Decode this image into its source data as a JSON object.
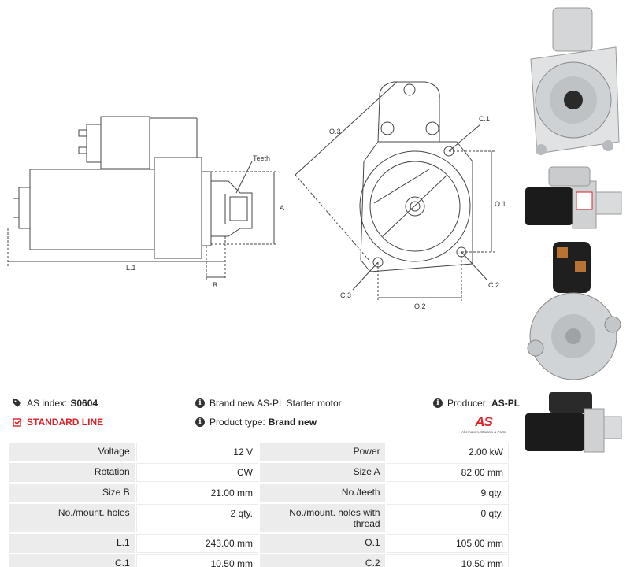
{
  "drawing": {
    "labels": {
      "teeth": "Teeth",
      "a": "A",
      "b": "B",
      "l1": "L.1",
      "o3": "O.3",
      "c1": "C.1",
      "o1": "O.1",
      "c2": "C.2",
      "c3": "C.3",
      "o2": "O.2"
    }
  },
  "info": {
    "as_index_label": "AS index:",
    "as_index_value": "S0604",
    "line_label": "STANDARD LINE",
    "description": "Brand new AS-PL Starter motor",
    "product_type_label": "Product type:",
    "product_type_value": "Brand new",
    "producer_label": "Producer:",
    "producer_value": "AS-PL"
  },
  "logo": {
    "mark": "AS",
    "tagline": "Alternators, Starters & Parts"
  },
  "specs": [
    {
      "k1": "Voltage",
      "v1": "12 V",
      "k2": "Power",
      "v2": "2.00 kW"
    },
    {
      "k1": "Rotation",
      "v1": "CW",
      "k2": "Size A",
      "v2": "82.00 mm"
    },
    {
      "k1": "Size B",
      "v1": "21.00 mm",
      "k2": "No./teeth",
      "v2": "9 qty."
    },
    {
      "k1": "No./mount. holes",
      "v1": "2 qty.",
      "k2": "No./mount. holes with thread",
      "v2": "0 qty."
    },
    {
      "k1": "L.1",
      "v1": "243.00 mm",
      "k2": "O.1",
      "v2": "105.00 mm"
    },
    {
      "k1": "C.1",
      "v1": "10.50 mm",
      "k2": "C.2",
      "v2": "10.50 mm"
    }
  ],
  "colors": {
    "accent_red": "#d8232a",
    "table_key_bg": "#ececec"
  }
}
